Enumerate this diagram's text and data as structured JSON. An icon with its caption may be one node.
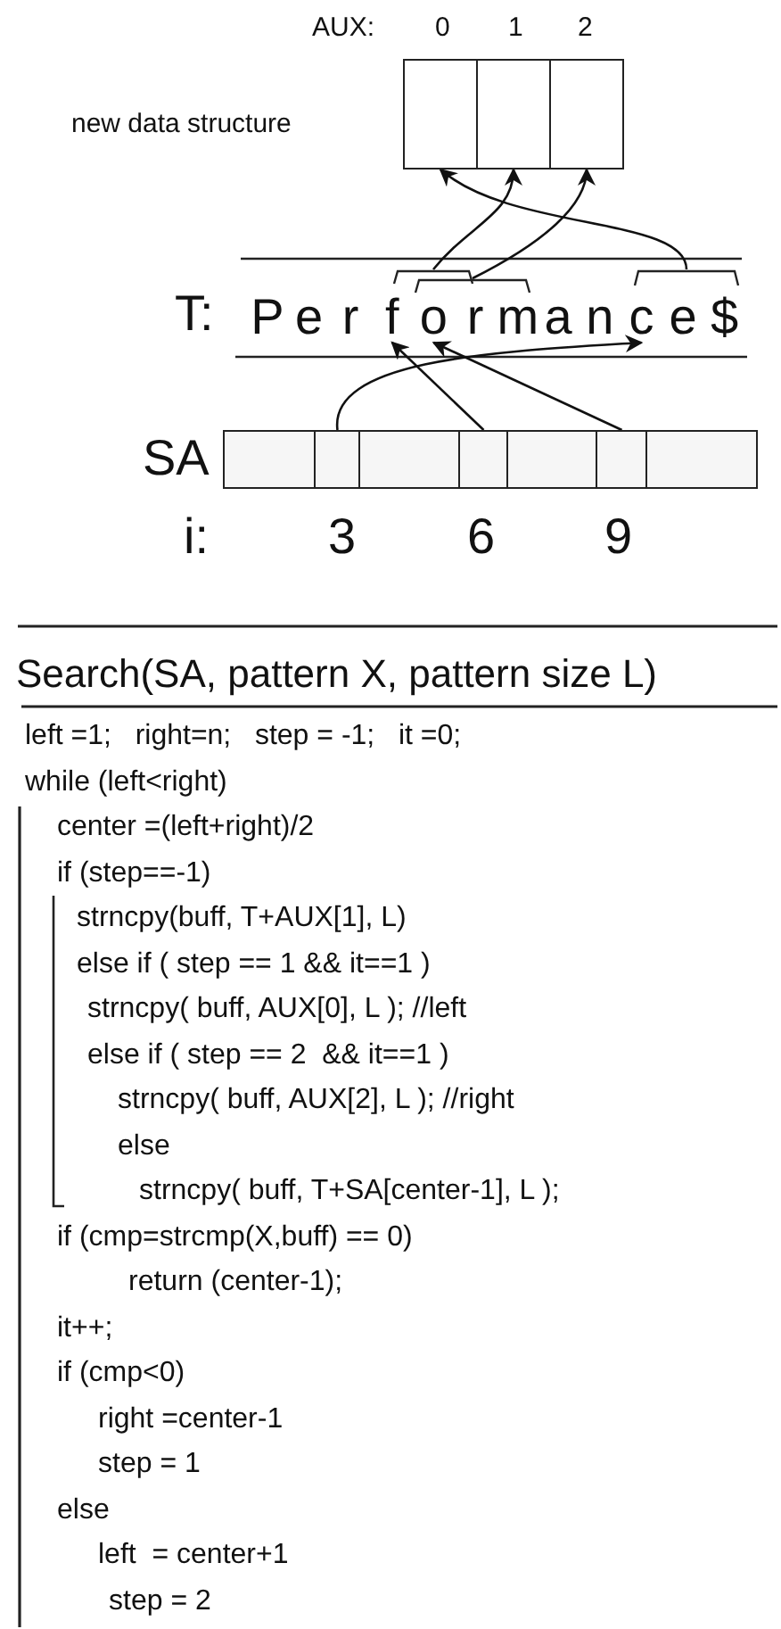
{
  "diagram": {
    "nodes": [
      {
        "text": [],
        "shape": "box"
      },
      {
        "text": [],
        "shape": "box"
      },
      {
        "text": [],
        "shape": "box"
      },
      {
        "text": [
          "P"
        ]
      },
      {
        "text": [
          "e"
        ]
      },
      {
        "text": [
          "r"
        ]
      },
      {
        "text": [
          "f"
        ]
      },
      {
        "text": [
          "o"
        ]
      },
      {
        "text": [
          "r"
        ]
      },
      {
        "text": [
          "m"
        ]
      },
      {
        "text": [
          "a"
        ]
      },
      {
        "text": [
          "n"
        ]
      },
      {
        "text": [
          "c"
        ]
      },
      {
        "text": [
          "e"
        ]
      },
      {
        "text": [
          "$"
        ]
      },
      {
        "text": [],
        "shape": "bracket"
      },
      {
        "text": [],
        "shape": "bracket"
      },
      {
        "text": [],
        "shape": "bracket"
      },
      {
        "text": [],
        "shape": "box"
      },
      {
        "text": [],
        "shape": "box"
      },
      {
        "text": [],
        "shape": "box"
      },
      {
        "text": [],
        "shape": "box"
      },
      {
        "text": [],
        "shape": "box"
      },
      {
        "text": [],
        "shape": "box"
      },
      {
        "text": [],
        "shape": "box"
      }
    ],
    "edges": [
      {
        "from": 15,
        "to": 1,
        "arrow": "to"
      },
      {
        "from": 16,
        "to": 2,
        "arrow": "to"
      },
      {
        "from": 17,
        "to": 0,
        "arrow": "to"
      },
      {
        "from": 19,
        "to": 12,
        "arrow": "to"
      },
      {
        "from": 21,
        "to": 6,
        "arrow": "to"
      },
      {
        "from": 23,
        "to": 7,
        "arrow": "to"
      }
    ],
    "labels": [
      "AUX:",
      "0",
      "1",
      "2",
      "new data structure",
      "T:",
      "SA",
      "i:",
      "3",
      "6",
      "9",
      "Search(SA, pattern X, pattern size L)",
      "left =1;   right=n;   step = -1;   it =0;",
      "while (left<right)",
      "center =(left+right)/2",
      "if (step==-1)",
      "strncpy(buff, T+AUX[1], L)",
      "else if ( step == 1 && it==1 )",
      "strncpy( buff, AUX[0], L ); //left",
      "else if ( step == 2  && it==1 )",
      "strncpy( buff, AUX[2], L ); //right",
      "else",
      "strncpy( buff, T+SA[center-1], L );",
      "if (cmp=strcmp(X,buff) == 0)",
      "return (center-1);",
      "it++;",
      "if (cmp<0)",
      "right =center-1",
      "step = 1",
      "else",
      "left  = center+1",
      "step = 2"
    ]
  }
}
